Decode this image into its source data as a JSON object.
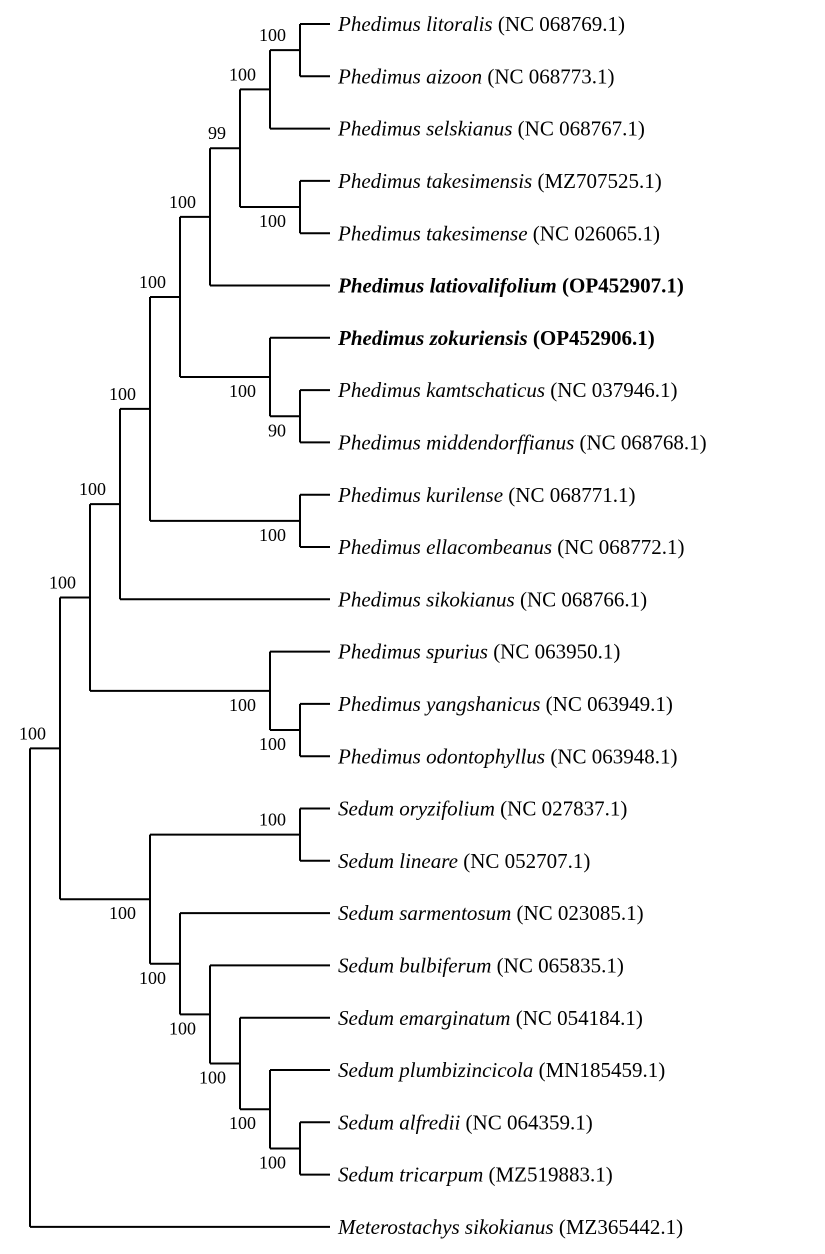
{
  "figure": {
    "type": "phylogenetic-tree",
    "background_color": "#ffffff",
    "branch_color": "#000000",
    "text_color": "#000000"
  },
  "tree": {
    "support": "",
    "children": [
      {
        "support": "100",
        "children": [
          {
            "support": "100",
            "children": [
              {
                "support": "100",
                "children": [
                  {
                    "support": "100",
                    "children": [
                      {
                        "support": "100",
                        "children": [
                          {
                            "support": "100",
                            "children": [
                              {
                                "support": "99",
                                "children": [
                                  {
                                    "support": "100",
                                    "children": [
                                      {
                                        "support": "100",
                                        "children": [
                                          {
                                            "name": "Phedimus litoralis",
                                            "accession": "NC 068769.1",
                                            "bold": false
                                          },
                                          {
                                            "name": "Phedimus aizoon",
                                            "accession": "NC 068773.1",
                                            "bold": false
                                          }
                                        ]
                                      },
                                      {
                                        "name": "Phedimus selskianus",
                                        "accession": "NC 068767.1",
                                        "bold": false
                                      }
                                    ]
                                  },
                                  {
                                    "support": "100",
                                    "children": [
                                      {
                                        "name": "Phedimus takesimensis",
                                        "accession": "MZ707525.1",
                                        "bold": false
                                      },
                                      {
                                        "name": "Phedimus takesimense",
                                        "accession": "NC 026065.1",
                                        "bold": false
                                      }
                                    ]
                                  }
                                ]
                              },
                              {
                                "name": "Phedimus latiovalifolium",
                                "accession": "OP452907.1",
                                "bold": true
                              }
                            ]
                          },
                          {
                            "support": "100",
                            "children": [
                              {
                                "name": "Phedimus zokuriensis",
                                "accession": "OP452906.1",
                                "bold": true
                              },
                              {
                                "support": "90",
                                "children": [
                                  {
                                    "name": "Phedimus kamtschaticus",
                                    "accession": "NC 037946.1",
                                    "bold": false
                                  },
                                  {
                                    "name": "Phedimus middendorffianus",
                                    "accession": "NC 068768.1",
                                    "bold": false
                                  }
                                ]
                              }
                            ]
                          }
                        ]
                      },
                      {
                        "support": "100",
                        "children": [
                          {
                            "name": "Phedimus kurilense",
                            "accession": "NC 068771.1",
                            "bold": false
                          },
                          {
                            "name": "Phedimus ellacombeanus",
                            "accession": "NC 068772.1",
                            "bold": false
                          }
                        ]
                      }
                    ]
                  },
                  {
                    "name": "Phedimus sikokianus",
                    "accession": "NC 068766.1",
                    "bold": false
                  }
                ]
              },
              {
                "support": "100",
                "children": [
                  {
                    "name": "Phedimus spurius",
                    "accession": "NC 063950.1",
                    "bold": false
                  },
                  {
                    "support": "100",
                    "children": [
                      {
                        "name": "Phedimus yangshanicus",
                        "accession": "NC 063949.1",
                        "bold": false
                      },
                      {
                        "name": "Phedimus odontophyllus",
                        "accession": "NC 063948.1",
                        "bold": false
                      }
                    ]
                  }
                ]
              }
            ]
          },
          {
            "support": "100",
            "children": [
              {
                "support": "100",
                "children": [
                  {
                    "name": "Sedum oryzifolium",
                    "accession": "NC 027837.1",
                    "bold": false
                  },
                  {
                    "name": "Sedum lineare",
                    "accession": "NC 052707.1",
                    "bold": false
                  }
                ]
              },
              {
                "support": "100",
                "children": [
                  {
                    "name": "Sedum sarmentosum",
                    "accession": "NC 023085.1",
                    "bold": false
                  },
                  {
                    "support": "100",
                    "children": [
                      {
                        "name": "Sedum bulbiferum",
                        "accession": "NC 065835.1",
                        "bold": false
                      },
                      {
                        "support": "100",
                        "children": [
                          {
                            "name": "Sedum emarginatum",
                            "accession": "NC 054184.1",
                            "bold": false
                          },
                          {
                            "support": "100",
                            "children": [
                              {
                                "name": "Sedum plumbizincicola",
                                "accession": "MN185459.1",
                                "bold": false
                              },
                              {
                                "support": "100",
                                "children": [
                                  {
                                    "name": "Sedum alfredii",
                                    "accession": "NC 064359.1",
                                    "bold": false
                                  },
                                  {
                                    "name": "Sedum tricarpum",
                                    "accession": "MZ519883.1",
                                    "bold": false
                                  }
                                ]
                              }
                            ]
                          }
                        ]
                      }
                    ]
                  }
                ]
              }
            ]
          }
        ]
      },
      {
        "name": "Meterostachys sikokianus",
        "accession": "MZ365442.1",
        "bold": false
      }
    ]
  }
}
